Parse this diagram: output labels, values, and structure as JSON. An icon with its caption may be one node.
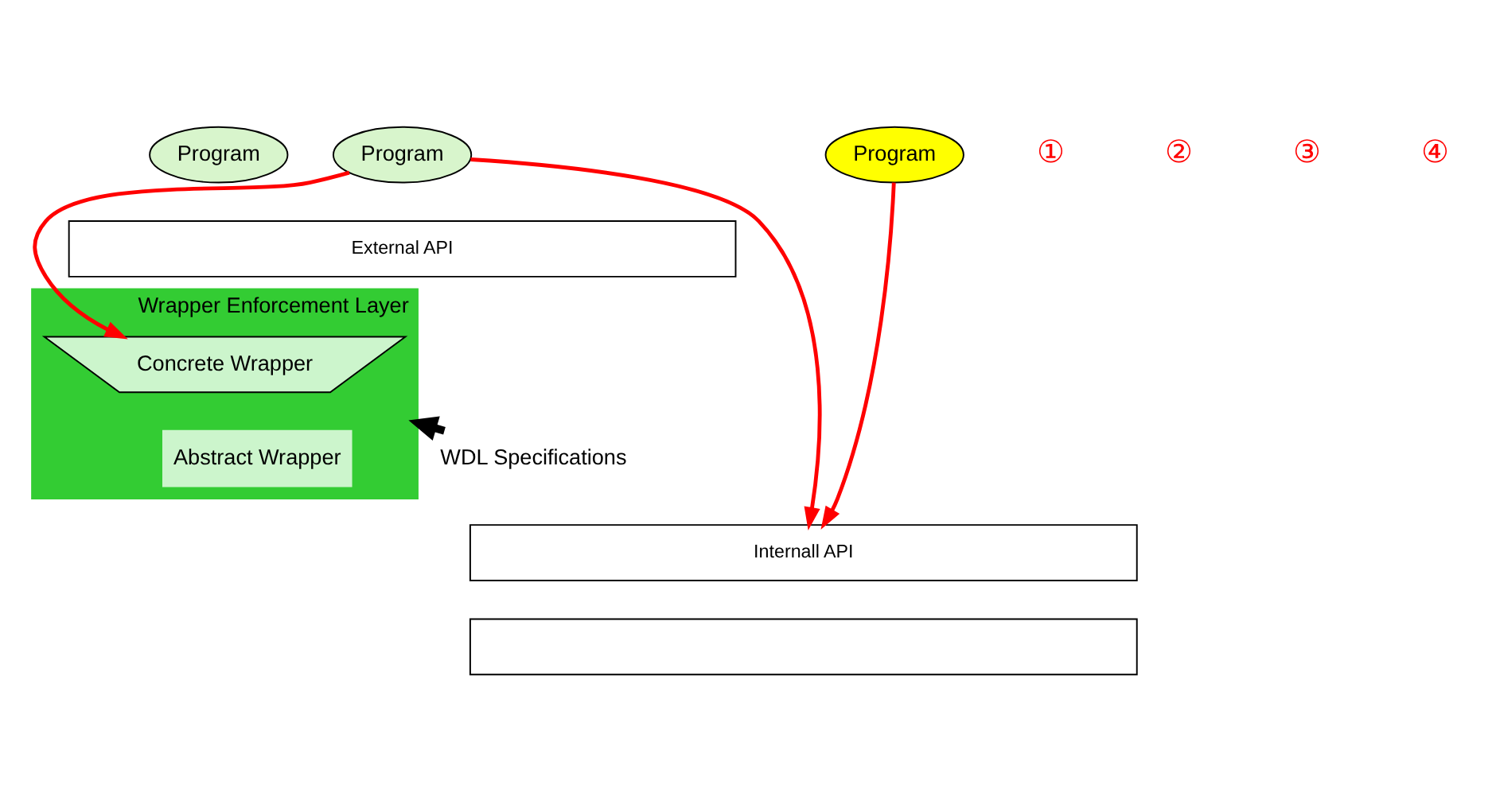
{
  "diagram": {
    "nodes": [
      {
        "text": [
          "Program"
        ]
      },
      {
        "text": [
          "Program"
        ]
      },
      {
        "text": [
          "Program"
        ]
      },
      {
        "text": [
          "External API"
        ]
      },
      {
        "text": [
          "Wrapper Enforcement Layer"
        ]
      },
      {
        "text": [
          "Concrete Wrapper"
        ],
        "in": 4
      },
      {
        "text": [
          "Abstract Wrapper"
        ],
        "in": 4
      },
      {
        "text": [
          "Internall API"
        ]
      },
      {
        "text": [],
        "shape": "box"
      },
      {
        "text": [
          "WDL Specifications"
        ]
      }
    ],
    "edges": [
      {
        "from": 1,
        "to": 5,
        "arrow": "to"
      },
      {
        "from": 1,
        "to": 7,
        "arrow": "to"
      },
      {
        "from": 2,
        "to": 7,
        "arrow": "to"
      },
      {
        "from": 9,
        "to": 4,
        "arrow": "to",
        "style": "thick",
        "color": "#000000"
      }
    ],
    "labels": [
      "①",
      "②",
      "③",
      "④"
    ]
  }
}
